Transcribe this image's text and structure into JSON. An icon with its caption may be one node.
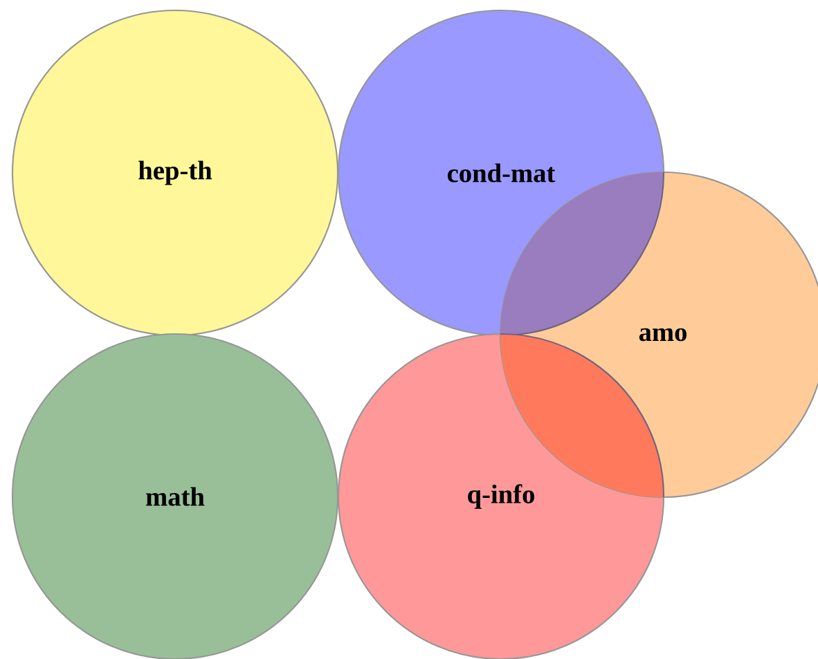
{
  "diagram": {
    "nodes": [
      {
        "text": [
          "hep-th"
        ]
      },
      {
        "text": [
          "cond-mat"
        ]
      },
      {
        "text": [
          "amo"
        ]
      },
      {
        "text": [
          "math"
        ]
      },
      {
        "text": [
          "q-info"
        ]
      }
    ]
  }
}
